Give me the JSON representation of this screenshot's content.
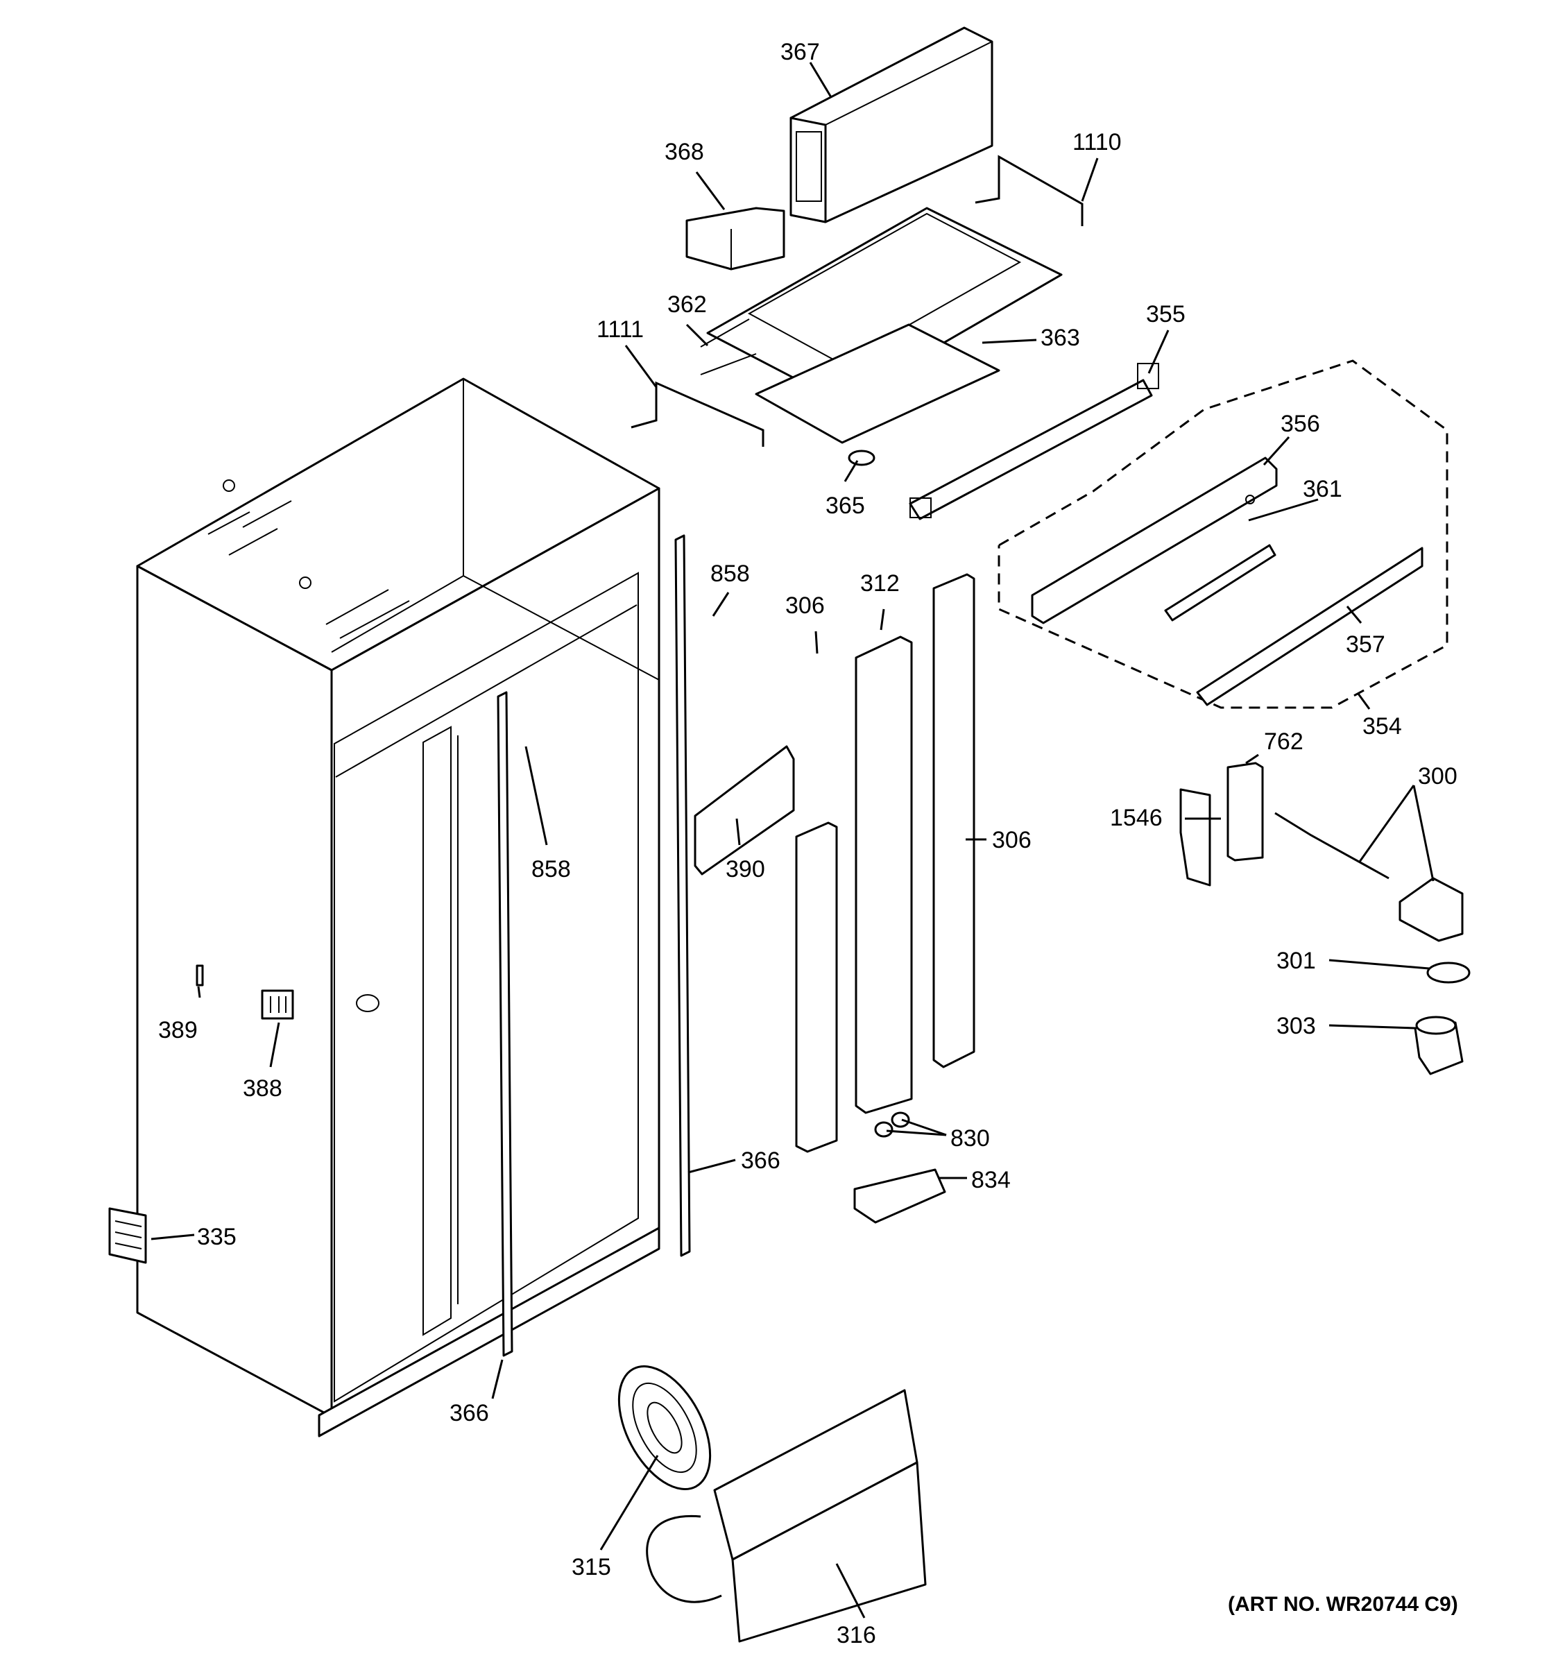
{
  "callouts": {
    "c367": "367",
    "c368": "368",
    "c1110": "1110",
    "c362": "362",
    "c1111": "1111",
    "c363": "363",
    "c355": "355",
    "c365": "365",
    "c356": "356",
    "c361": "361",
    "c858a": "858",
    "c306a": "306",
    "c312": "312",
    "c357": "357",
    "c354": "354",
    "c762": "762",
    "c300": "300",
    "c1546": "1546",
    "c858b": "858",
    "c390": "390",
    "c306b": "306",
    "c301": "301",
    "c303": "303",
    "c389": "389",
    "c388": "388",
    "c830": "830",
    "c366a": "366",
    "c834": "834",
    "c335": "335",
    "c366b": "366",
    "c315": "315",
    "c316": "316"
  },
  "art_number": "(ART NO. WR20744 C9)"
}
